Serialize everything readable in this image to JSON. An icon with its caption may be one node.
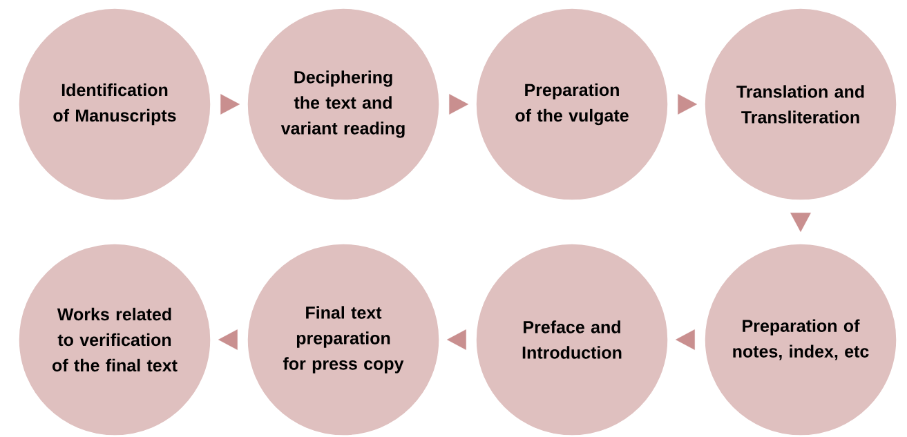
{
  "diagram": {
    "nodes": [
      {
        "text": [
          "Identification of Manuscripts"
        ]
      },
      {
        "text": [
          "Deciphering the text and variant reading"
        ]
      },
      {
        "text": [
          "Preparation of the vulgate"
        ]
      },
      {
        "text": [
          "Translation and Transliteration"
        ]
      },
      {
        "text": [
          "Preparation of notes, index, etc"
        ]
      },
      {
        "text": [
          "Preface and Introduction"
        ]
      },
      {
        "text": [
          "Final text preparation for press copy"
        ]
      },
      {
        "text": [
          "Works related to verification of the final text"
        ]
      }
    ],
    "edges": [
      {
        "from": 0,
        "to": 1,
        "arrow": "to"
      },
      {
        "from": 1,
        "to": 2,
        "arrow": "to"
      },
      {
        "from": 2,
        "to": 3,
        "arrow": "to"
      },
      {
        "from": 3,
        "to": 4,
        "arrow": "to"
      },
      {
        "from": 4,
        "to": 5,
        "arrow": "to"
      },
      {
        "from": 5,
        "to": 6,
        "arrow": "to"
      },
      {
        "from": 6,
        "to": 7,
        "arrow": "to"
      }
    ]
  }
}
